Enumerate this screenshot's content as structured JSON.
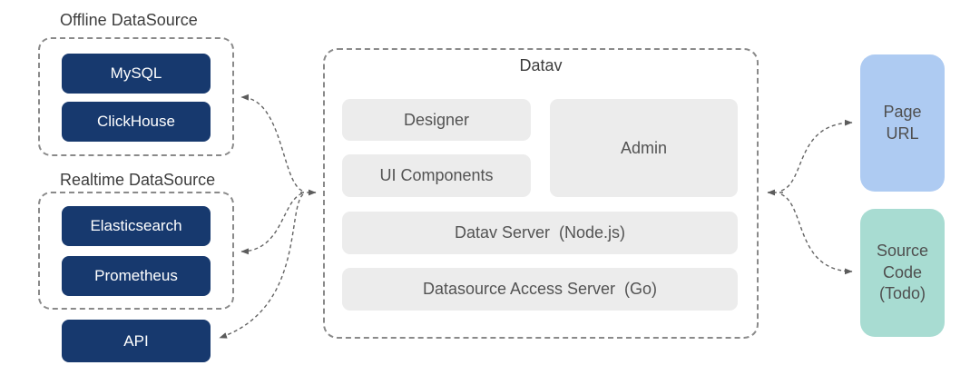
{
  "left": {
    "offline": {
      "title": "Offline DataSource",
      "items": [
        {
          "label": "MySQL"
        },
        {
          "label": "ClickHouse"
        }
      ]
    },
    "realtime": {
      "title": "Realtime DataSource",
      "items": [
        {
          "label": "Elasticsearch"
        },
        {
          "label": "Prometheus"
        }
      ]
    },
    "api": {
      "label": "API"
    }
  },
  "center": {
    "title": "Datav",
    "modules": {
      "designer": "Designer",
      "ui_components": "UI Components",
      "admin": "Admin",
      "datav_server": "Datav Server  (Node.js)",
      "datasource_access_server": "Datasource Access Server  (Go)"
    }
  },
  "right": {
    "page_url": "Page\nURL",
    "source_code": "Source\nCode\n(Todo)"
  },
  "colors": {
    "source_box_navy": "#17396e",
    "module_box_gray": "#ececec",
    "page_url_blue": "#aecbf2",
    "source_code_teal": "#a8dcd2",
    "dashed_border_gray": "#8a8a8a",
    "arrow_gray": "#646464",
    "label_text": "#3d3d3d"
  }
}
